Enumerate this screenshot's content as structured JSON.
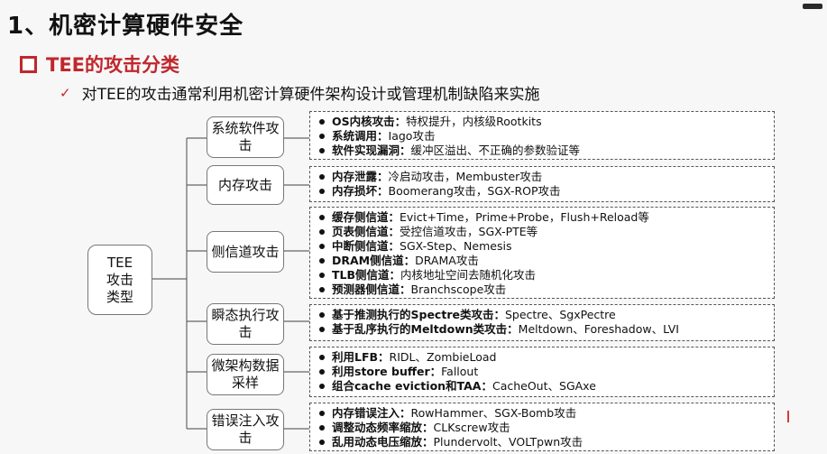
{
  "slide": {
    "title": "1、机密计算硬件安全",
    "subtitle": "TEE的攻击分类",
    "bullet": "对TEE的攻击通常利用机密计算硬件架构设计或管理机制缺陷来实施",
    "root_lines": [
      "TEE",
      "攻击",
      "类型"
    ],
    "categories": [
      {
        "label": "系统软件攻击",
        "items": [
          {
            "head": "OS内核攻击：",
            "text": "特权提升，内核级Rootkits"
          },
          {
            "head": "系统调用：",
            "text": "Iago攻击"
          },
          {
            "head": "软件实现漏洞：",
            "text": "缓冲区溢出、不正确的参数验证等"
          }
        ]
      },
      {
        "label": "内存攻击",
        "items": [
          {
            "head": "内存泄露：",
            "text": "冷启动攻击，Membuster攻击"
          },
          {
            "head": "内存损坏：",
            "text": "Boomerang攻击，SGX-ROP攻击"
          }
        ]
      },
      {
        "label": "侧信道攻击",
        "items": [
          {
            "head": "缓存侧信道：",
            "text": "Evict+Time，Prime+Probe，Flush+Reload等"
          },
          {
            "head": "页表侧信道：",
            "text": "受控信道攻击，SGX-PTE等"
          },
          {
            "head": "中断侧信道：",
            "text": "SGX-Step、Nemesis"
          },
          {
            "head": "DRAM侧信道：",
            "text": "DRAMA攻击"
          },
          {
            "head": "TLB侧信道：",
            "text": "内核地址空间去随机化攻击"
          },
          {
            "head": "预测器侧信道：",
            "text": "Branchscope攻击"
          }
        ]
      },
      {
        "label": "瞬态执行攻击",
        "items": [
          {
            "head": "基于推测执行的Spectre类攻击：",
            "text": "Spectre、SgxPectre"
          },
          {
            "head": "基于乱序执行的Meltdown类攻击：",
            "text": "Meltdown、Foreshadow、LVI"
          }
        ]
      },
      {
        "label": "微架构数据采样",
        "items": [
          {
            "head": "利用LFB：",
            "text": "RIDL、ZombieLoad"
          },
          {
            "head": "利用store buffer：",
            "text": "Fallout"
          },
          {
            "head": "组合cache eviction和TAA：",
            "text": "CacheOut、SGAxe"
          }
        ]
      },
      {
        "label": "错误注入攻击",
        "items": [
          {
            "head": "内存错误注入：",
            "text": "RowHammer、SGX-Bomb攻击"
          },
          {
            "head": "调整动态频率缩放：",
            "text": "CLKscrew攻击"
          },
          {
            "head": "乱用动态电压缩放：",
            "text": "Plundervolt、VOLTpwn攻击"
          }
        ]
      }
    ]
  },
  "icons": {
    "subtitle_marker": "hollow-square-icon",
    "bullet_marker": "checkmark-icon",
    "item_marker": "dot-icon"
  },
  "colors": {
    "accent_red": "#c0272d",
    "text": "#111111",
    "background": "#f7f7f7"
  }
}
